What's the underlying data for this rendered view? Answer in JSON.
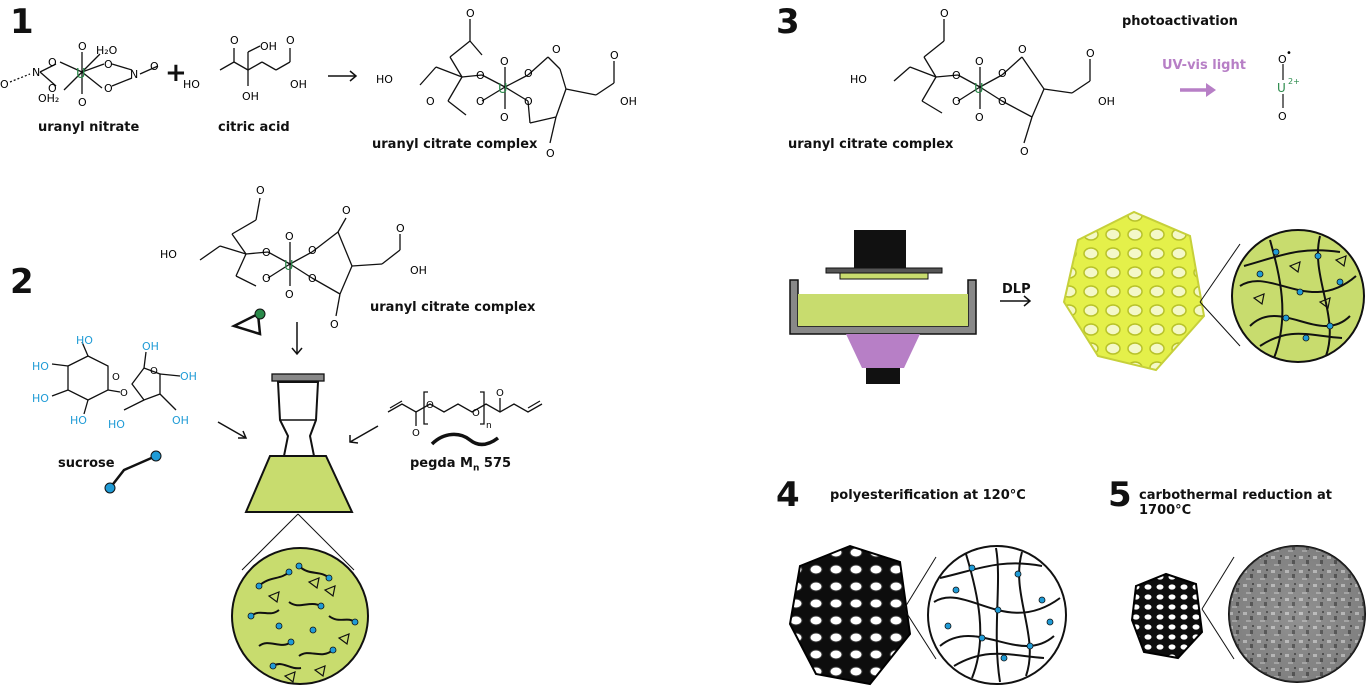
{
  "colors": {
    "uranium": "#2a8a4a",
    "oxygen_blue": "#1f9bd6",
    "resin": "#c8dc6e",
    "resin_dark": "#9bb33f",
    "uv": "#b77fc6",
    "lattice_yellow": "#e4f04a",
    "black": "#111111"
  },
  "step1": {
    "number": "1",
    "uranyl_nitrate_label": "uranyl nitrate",
    "citric_acid_label": "citric acid",
    "complex_label": "uranyl citrate complex",
    "plus": "+",
    "arrow": "→"
  },
  "step2": {
    "number": "2",
    "complex_label": "uranyl citrate complex",
    "sucrose_label": "sucrose",
    "pegda_label": "pegda M",
    "pegda_sub": "n",
    "pegda_value": " 575"
  },
  "step3": {
    "number": "3",
    "complex_label": "uranyl citrate complex",
    "photoactivation_label": "photoactivation",
    "uv_label": "UV-vis light",
    "dlp_label": "DLP",
    "u_ion": "U",
    "u_charge": "2+"
  },
  "step4": {
    "number": "4",
    "label": "polyesterification at 120°C"
  },
  "step5": {
    "number": "5",
    "label": "carbothermal reduction at 1700°C"
  },
  "atoms": {
    "U": "U",
    "O": "O",
    "OH": "OH",
    "HO": "HO",
    "H2O": "H₂O",
    "OH2": "OH₂",
    "N": "N",
    "n": "n"
  }
}
